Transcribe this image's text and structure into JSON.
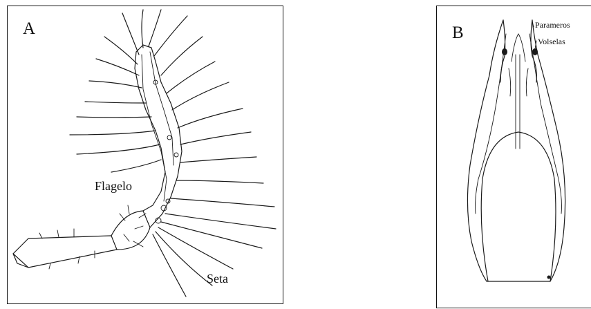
{
  "panels": [
    {
      "letter": "A",
      "labels": {
        "flagelo": "Flagelo",
        "seta": "Seta"
      }
    },
    {
      "letter": "B",
      "labels": {
        "parameros": "Parameros",
        "volselas": "Volselas"
      }
    }
  ],
  "colors": {
    "ink": "#1a1a1a",
    "background": "#ffffff",
    "frame": "#111111"
  }
}
